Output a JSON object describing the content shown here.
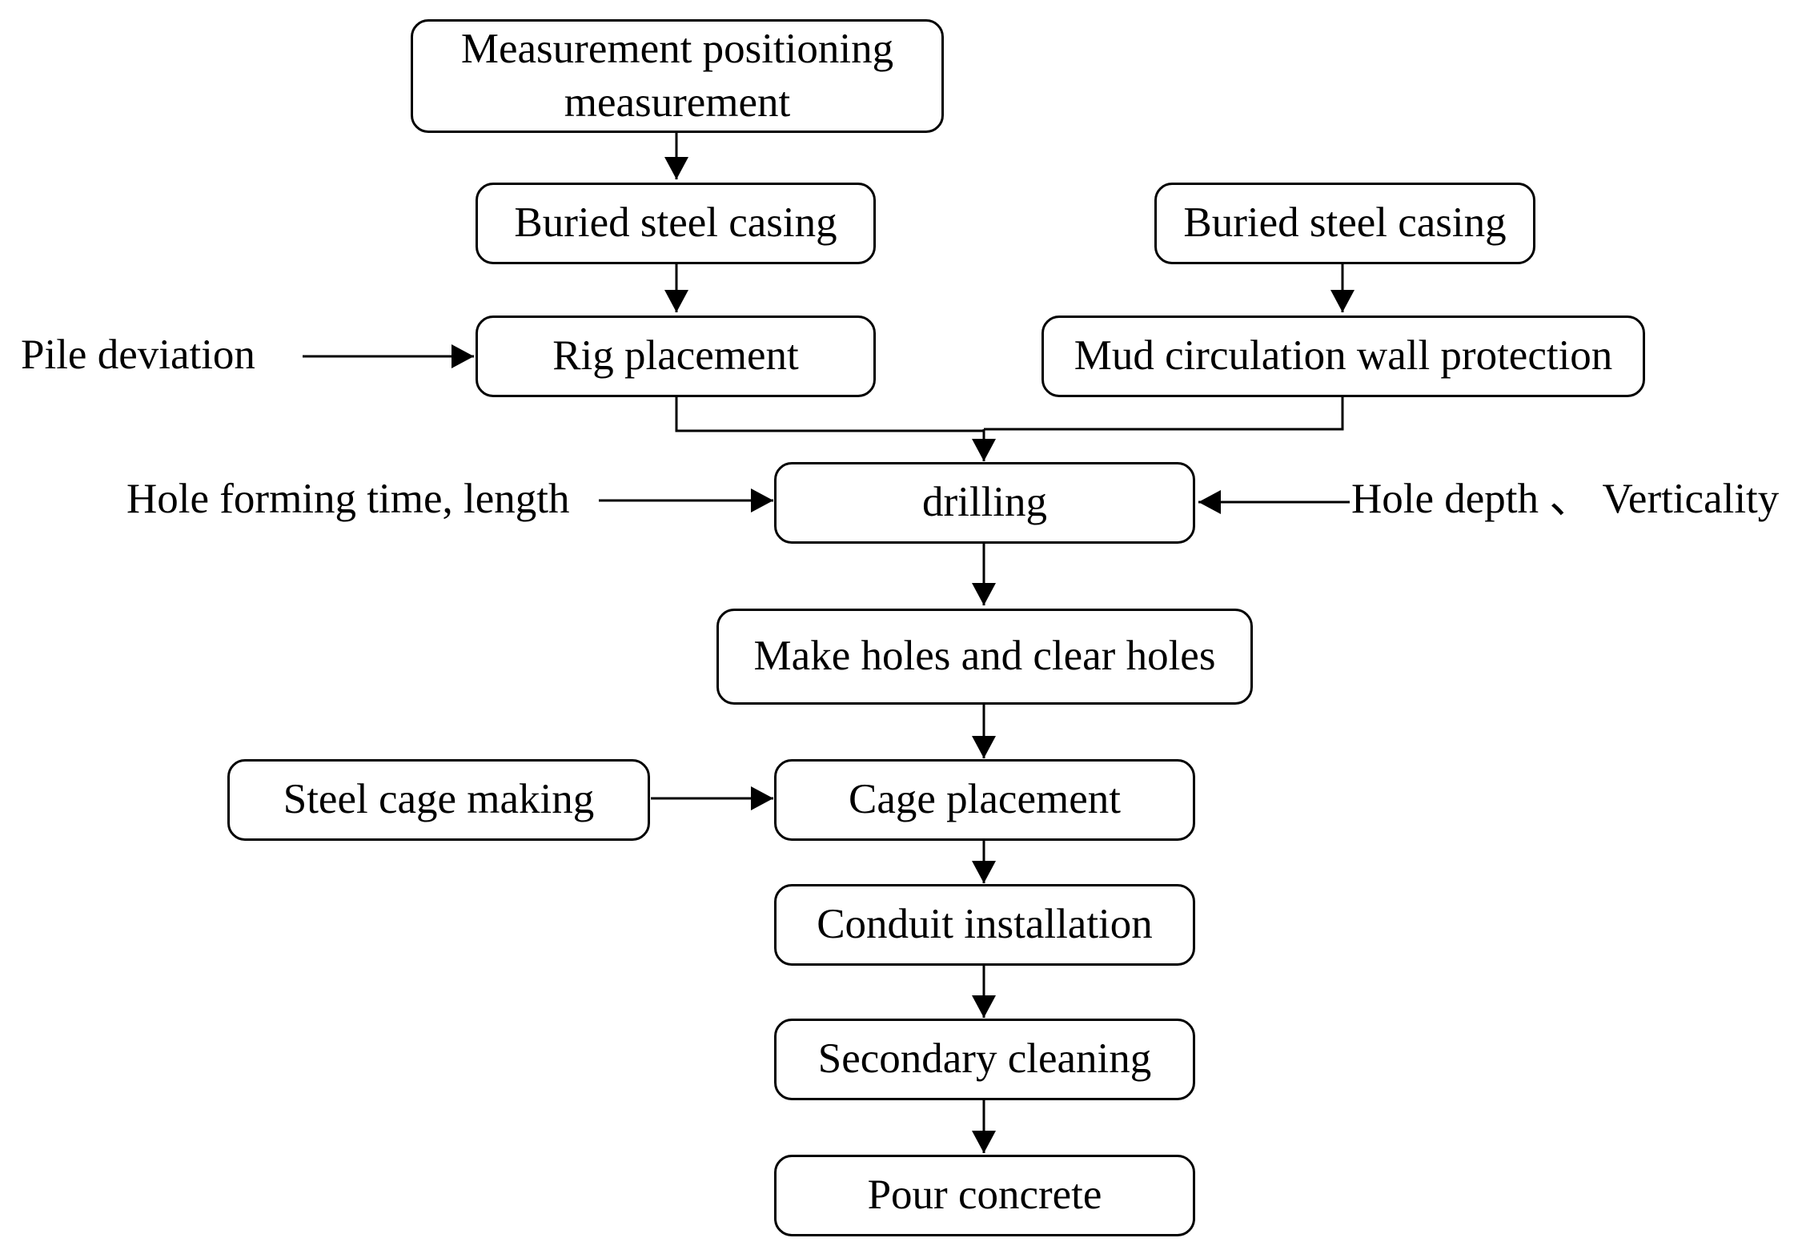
{
  "nodes": {
    "measurement_positioning": "Measurement positioning measurement",
    "buried_casing_left": "Buried steel casing",
    "rig_placement": "Rig placement",
    "buried_casing_right": "Buried steel casing",
    "mud_circulation": "Mud circulation wall protection",
    "drilling": "drilling",
    "make_clear_holes": "Make holes and clear holes",
    "steel_cage_making": "Steel cage making",
    "cage_placement": "Cage placement",
    "conduit_installation": "Conduit installation",
    "secondary_cleaning": "Secondary cleaning",
    "pour_concrete": "Pour concrete"
  },
  "labels": {
    "pile_deviation": "Pile deviation",
    "hole_forming": "Hole forming time, length",
    "hole_depth": "Hole depth 、 Verticality"
  },
  "style": {
    "stroke": "#000000",
    "background": "#ffffff"
  }
}
